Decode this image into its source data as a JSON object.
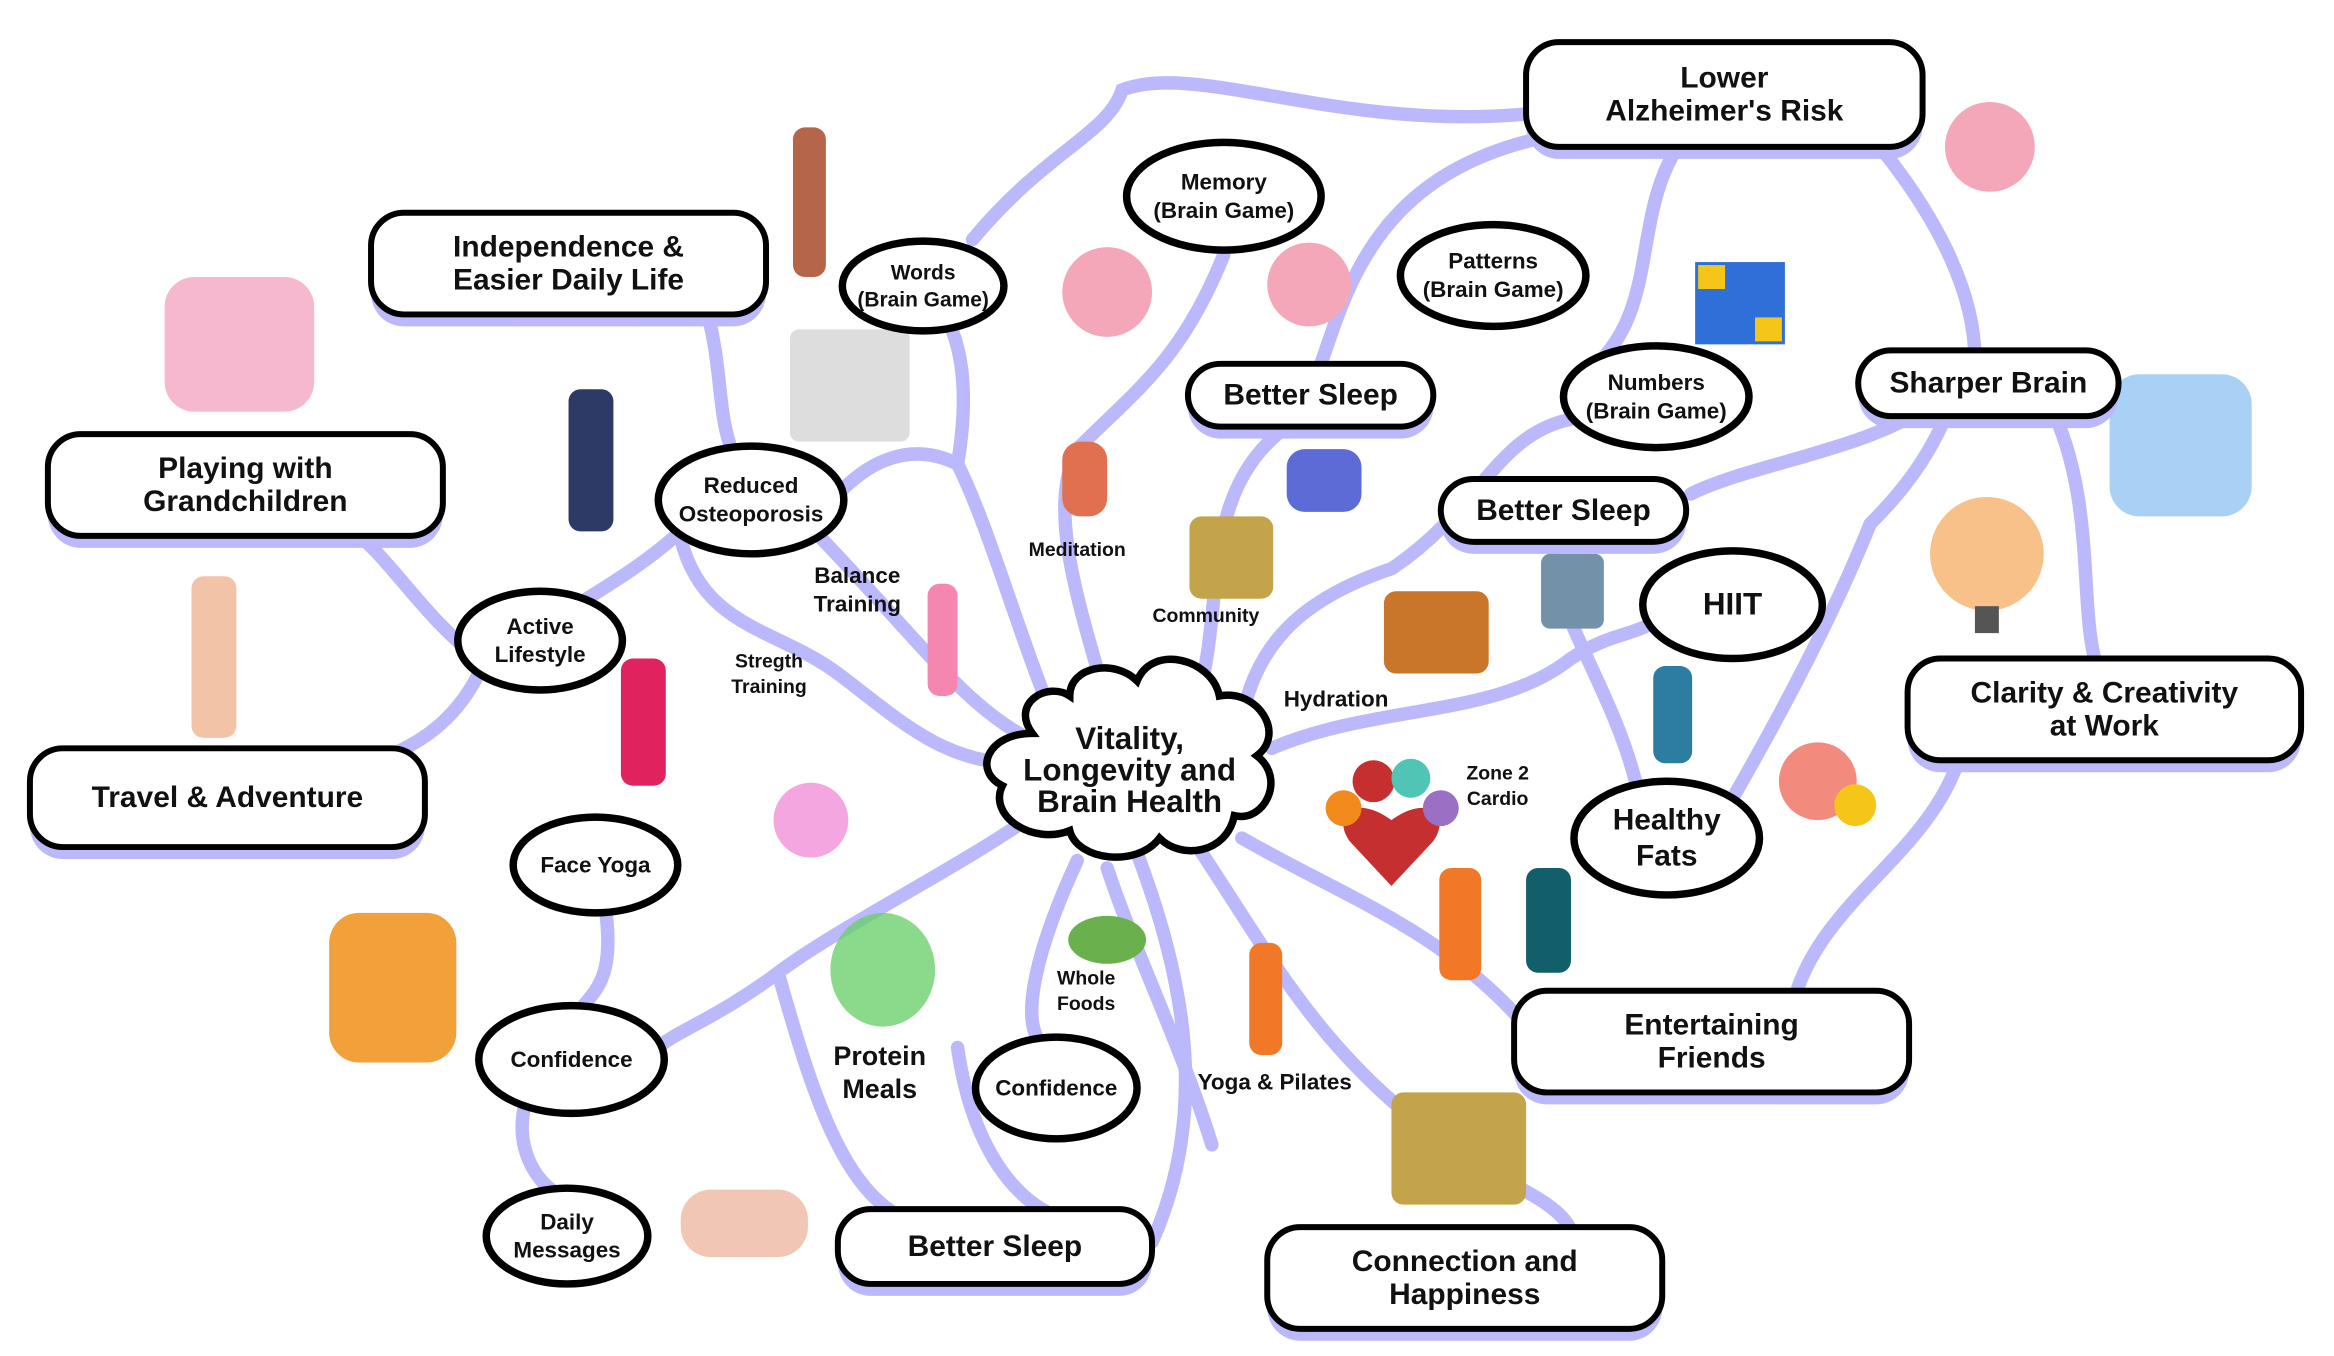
{
  "center": {
    "lines": [
      "Vitality,",
      "Longevity and",
      "Brain Health"
    ]
  },
  "pills": [
    {
      "id": "lower-alzheimers-risk",
      "lines": [
        "Lower",
        "Alzheimer's Risk"
      ]
    },
    {
      "id": "independence",
      "lines": [
        "Independence &",
        "Easier Daily Life"
      ]
    },
    {
      "id": "playing-with-grandchildren",
      "lines": [
        "Playing with",
        "Grandchildren"
      ]
    },
    {
      "id": "travel-adventure",
      "lines": [
        "Travel & Adventure"
      ]
    },
    {
      "id": "better-sleep-top",
      "lines": [
        "Better Sleep"
      ]
    },
    {
      "id": "better-sleep-right",
      "lines": [
        "Better Sleep"
      ]
    },
    {
      "id": "sharper-brain",
      "lines": [
        "Sharper Brain"
      ]
    },
    {
      "id": "clarity-creativity",
      "lines": [
        "Clarity & Creativity",
        "at Work"
      ]
    },
    {
      "id": "entertaining-friends",
      "lines": [
        "Entertaining",
        "Friends"
      ]
    },
    {
      "id": "connection-happiness",
      "lines": [
        "Connection and",
        "Happiness"
      ]
    },
    {
      "id": "better-sleep-bottom",
      "lines": [
        "Better Sleep"
      ]
    }
  ],
  "ellipses": [
    {
      "id": "words-brain-game",
      "lines": [
        "Words",
        "(Brain Game)"
      ]
    },
    {
      "id": "memory-brain-game",
      "lines": [
        "Memory",
        "(Brain Game)"
      ]
    },
    {
      "id": "patterns-brain-game",
      "lines": [
        "Patterns",
        "(Brain Game)"
      ]
    },
    {
      "id": "numbers-brain-game",
      "lines": [
        "Numbers",
        "(Brain Game)"
      ]
    },
    {
      "id": "reduced-osteoporosis",
      "lines": [
        "Reduced",
        "Osteoporosis"
      ]
    },
    {
      "id": "active-lifestyle",
      "lines": [
        "Active",
        "Lifestyle"
      ]
    },
    {
      "id": "hiit",
      "lines": [
        "HIIT"
      ]
    },
    {
      "id": "healthy-fats",
      "lines": [
        "Healthy",
        "Fats"
      ]
    },
    {
      "id": "face-yoga",
      "lines": [
        "Face Yoga"
      ]
    },
    {
      "id": "confidence-left",
      "lines": [
        "Confidence"
      ]
    },
    {
      "id": "confidence-middle",
      "lines": [
        "Confidence"
      ]
    },
    {
      "id": "daily-messages",
      "lines": [
        "Daily",
        "Messages"
      ]
    }
  ],
  "labels": [
    {
      "id": "meditation",
      "lines": [
        "Meditation"
      ]
    },
    {
      "id": "balance-training",
      "lines": [
        "Balance",
        "Training"
      ]
    },
    {
      "id": "strength-training",
      "lines": [
        "Stregth",
        "Training"
      ]
    },
    {
      "id": "community",
      "lines": [
        "Community"
      ]
    },
    {
      "id": "hydration",
      "lines": [
        "Hydration"
      ]
    },
    {
      "id": "zone-2-cardio",
      "lines": [
        "Zone 2",
        "Cardio"
      ]
    },
    {
      "id": "whole-foods",
      "lines": [
        "Whole",
        "Foods"
      ]
    },
    {
      "id": "protein-meals",
      "lines": [
        "Protein",
        "Meals"
      ]
    },
    {
      "id": "yoga-pilates",
      "lines": [
        "Yoga & Pilates"
      ]
    }
  ],
  "colors": {
    "branch": "#bbb9fb",
    "outline": "#111111",
    "heart": "#c62f2f",
    "brain": "#f4a7b9"
  }
}
